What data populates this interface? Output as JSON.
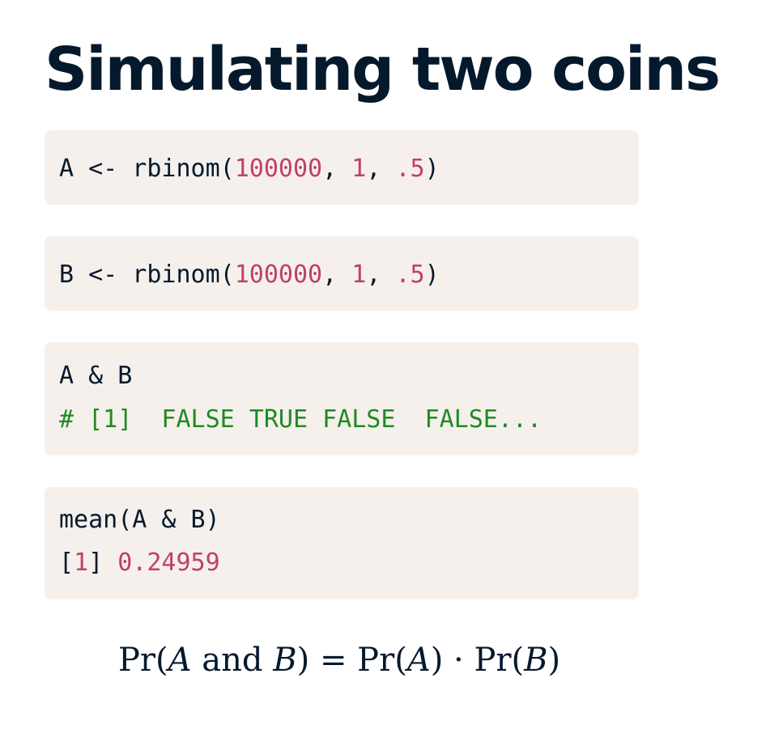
{
  "title": "Simulating two coins",
  "code_blocks": [
    {
      "lines": [
        {
          "parts": [
            {
              "text": "A <- rbinom(",
              "kind": "plain"
            },
            {
              "text": "100000",
              "kind": "number"
            },
            {
              "text": ", ",
              "kind": "plain"
            },
            {
              "text": "1",
              "kind": "number"
            },
            {
              "text": ", ",
              "kind": "plain"
            },
            {
              "text": ".5",
              "kind": "number"
            },
            {
              "text": ")",
              "kind": "plain"
            }
          ]
        }
      ]
    },
    {
      "lines": [
        {
          "parts": [
            {
              "text": "B <- rbinom(",
              "kind": "plain"
            },
            {
              "text": "100000",
              "kind": "number"
            },
            {
              "text": ", ",
              "kind": "plain"
            },
            {
              "text": "1",
              "kind": "number"
            },
            {
              "text": ", ",
              "kind": "plain"
            },
            {
              "text": ".5",
              "kind": "number"
            },
            {
              "text": ")",
              "kind": "plain"
            }
          ]
        }
      ]
    },
    {
      "lines": [
        {
          "parts": [
            {
              "text": "A & B",
              "kind": "plain"
            }
          ]
        },
        {
          "parts": [
            {
              "text": "# [1]  FALSE TRUE FALSE  FALSE...",
              "kind": "comment"
            }
          ]
        }
      ]
    },
    {
      "lines": [
        {
          "parts": [
            {
              "text": "mean(A & B)",
              "kind": "plain"
            }
          ]
        },
        {
          "parts": [
            {
              "text": "[",
              "kind": "plain"
            },
            {
              "text": "1",
              "kind": "number"
            },
            {
              "text": "] ",
              "kind": "plain"
            },
            {
              "text": "0.24959",
              "kind": "number"
            }
          ]
        }
      ]
    }
  ],
  "formula": {
    "pr": "Pr",
    "open": "(",
    "close": ")",
    "a": "A",
    "b": "B",
    "and": "and",
    "equals": "=",
    "dot": "·"
  },
  "colors": {
    "text": "#05192d",
    "code_background": "#f5f0eb",
    "number": "#c0406a",
    "comment": "#1f8a24"
  }
}
